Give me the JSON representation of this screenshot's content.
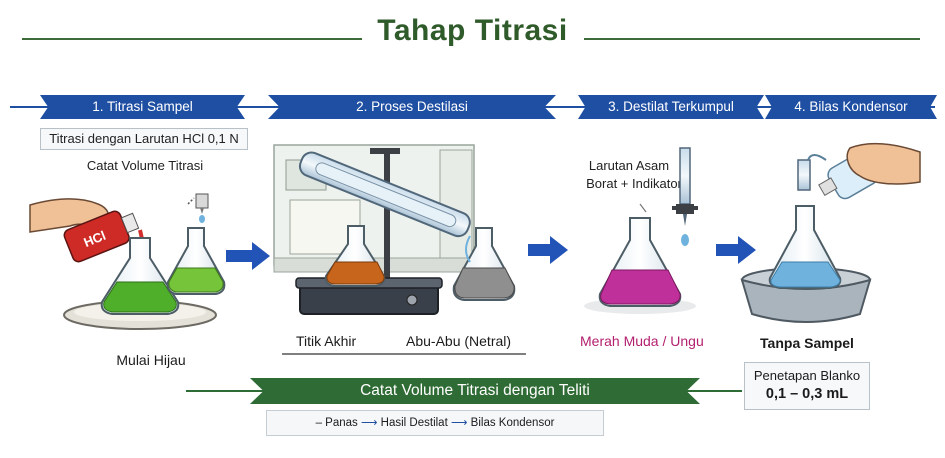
{
  "title": "Tahap Titrasi",
  "steps": [
    {
      "label": "1. Titrasi Sampel"
    },
    {
      "label": "2. Proses Destilasi"
    },
    {
      "label": "3. Destilat Terkumpul"
    },
    {
      "label": "4. Bilas Kondensor"
    }
  ],
  "step1": {
    "note_box": "Titrasi dengan Larutan HCl 0,1 N",
    "note": "Catat Volume Titrasi",
    "bottle_label": "HCl",
    "caption": "Mulai Hijau"
  },
  "step2": {
    "caption_left": "Titik Akhir",
    "caption_right": "Abu-Abu (Netral)"
  },
  "step3": {
    "note_line1": "Larutan Asam",
    "note_line2": "Borat + Indikator",
    "caption": "Merah Muda / Ungu"
  },
  "step4": {
    "caption": "Tanpa Sampel",
    "box_line1": "Penetapan Blanko",
    "box_line2": "0,1 – 0,3 mL"
  },
  "footer": {
    "banner": "Catat Volume Titrasi dengan Teliti",
    "flow": [
      "Panas",
      "Hasil Destilat",
      "Bilas Kondensor"
    ]
  },
  "colors": {
    "title_green": "#2f5a2a",
    "banner_blue": "#1f4fa3",
    "solution_green": "#4fae2a",
    "solution_orange": "#c8651c",
    "solution_gray": "#8f8f8f",
    "solution_pink": "#c0309a",
    "solution_blue": "#6fb2de",
    "caption_pink": "#b3206f"
  }
}
